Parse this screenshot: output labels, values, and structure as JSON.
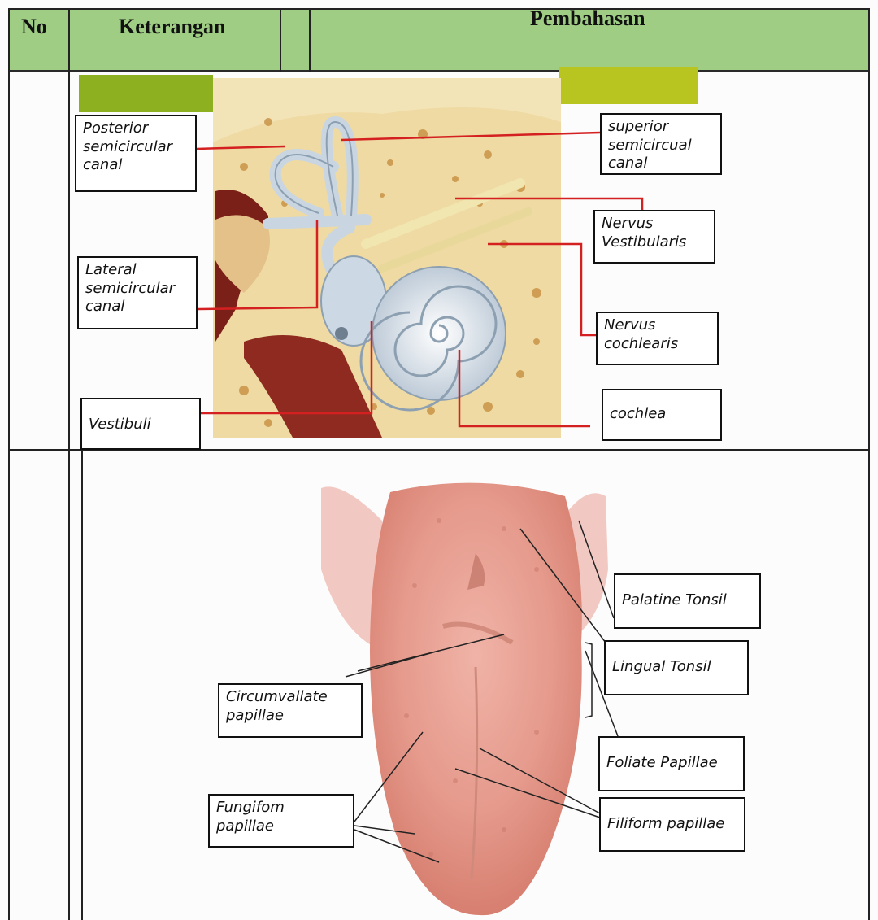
{
  "table": {
    "headers": {
      "no": "No",
      "keterangan": "Keterangan",
      "pembahasan": "Pembahasan"
    }
  },
  "ear": {
    "labels": {
      "posterior": "Posterior semicircular canal",
      "superior": "superior semicircual canal",
      "nervus_vestibularis": "Nervus Vestibularis",
      "lateral": "Lateral semicircular canal",
      "nervus_cochlearis": "Nervus cochlearis",
      "cochlea": "cochlea",
      "vestibuli": "Vestibuli"
    }
  },
  "tongue": {
    "labels": {
      "palatine_tonsil": "Palatine Tonsil",
      "lingual_tonsil": "Lingual Tonsil",
      "circumvallate": "Circumvallate papillae",
      "foliate": "Foliate Papillae",
      "fungiform": "Fungifom papillae",
      "filiform": "Filiform papillae"
    }
  },
  "colors": {
    "header_green": "#9fcd84",
    "label_line": "#d42020",
    "bone": "#ecd8a0",
    "tongue": "#e59a8c"
  }
}
